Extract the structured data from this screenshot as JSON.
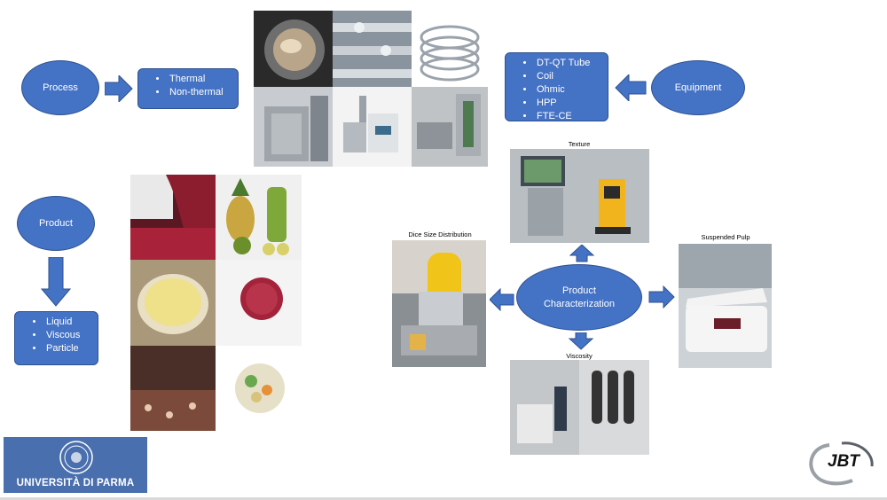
{
  "process": {
    "label": "Process",
    "items": [
      "Thermal",
      "Non-thermal"
    ]
  },
  "equipment": {
    "label": "Equipment",
    "items": [
      "DT-QT Tube",
      "Coil",
      "Ohmic",
      "HPP",
      "FTE-CE"
    ]
  },
  "product": {
    "label": "Product",
    "items": [
      "Liquid",
      "Viscous",
      "Particle"
    ]
  },
  "characterization": {
    "label": "Product Characterization",
    "captions": {
      "texture": "Texture",
      "dice": "Dice Size Distribution",
      "pulp": "Suspended Pulp",
      "viscosity": "Viscosity"
    }
  },
  "logos": {
    "university": "UNIVERSITÀ DI PARMA",
    "jbt": "JBT"
  },
  "colors": {
    "shape_fill": "#4472c4",
    "shape_border": "#2f528f",
    "text_on_shape": "#ffffff"
  }
}
